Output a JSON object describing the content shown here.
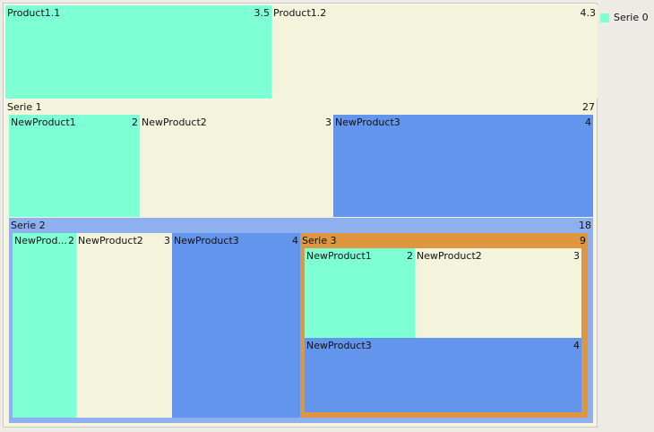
{
  "chart_data": {
    "type": "treemap",
    "legend": {
      "entries": [
        "Serie 0"
      ],
      "position": "right"
    },
    "colors": {
      "teal": "#7fffd4",
      "beige": "#f4f3dc",
      "blue": "#6495ed",
      "serie2_header": "#8fb0ee",
      "serie3_header": "#e0963e",
      "group_bg": "#f4f3dc"
    },
    "nodes": [
      {
        "name": "Product1.1",
        "value": 3.5,
        "color": "#7fffd4"
      },
      {
        "name": "Product1.2",
        "value": 4.3,
        "color": "#f4f3dc"
      },
      {
        "name": "Serie 1",
        "value": 27,
        "children": [
          {
            "name": "NewProduct1",
            "value": 2,
            "color": "#7fffd4"
          },
          {
            "name": "NewProduct2",
            "value": 3,
            "color": "#f4f3dc"
          },
          {
            "name": "NewProduct3",
            "value": 4,
            "color": "#6495ed"
          },
          {
            "name": "Serie 2",
            "value": 18,
            "color": "#8fb0ee",
            "children": [
              {
                "name": "NewProd...",
                "value": 2,
                "color": "#7fffd4"
              },
              {
                "name": "NewProduct2",
                "value": 3,
                "color": "#f4f3dc"
              },
              {
                "name": "NewProduct3",
                "value": 4,
                "color": "#6495ed"
              },
              {
                "name": "Serie 3",
                "value": 9,
                "color": "#e0963e",
                "children": [
                  {
                    "name": "NewProduct1",
                    "value": 2,
                    "color": "#7fffd4"
                  },
                  {
                    "name": "NewProduct2",
                    "value": 3,
                    "color": "#f4f3dc"
                  },
                  {
                    "name": "NewProduct3",
                    "value": 4,
                    "color": "#6495ed"
                  }
                ]
              }
            ]
          }
        ]
      }
    ]
  }
}
